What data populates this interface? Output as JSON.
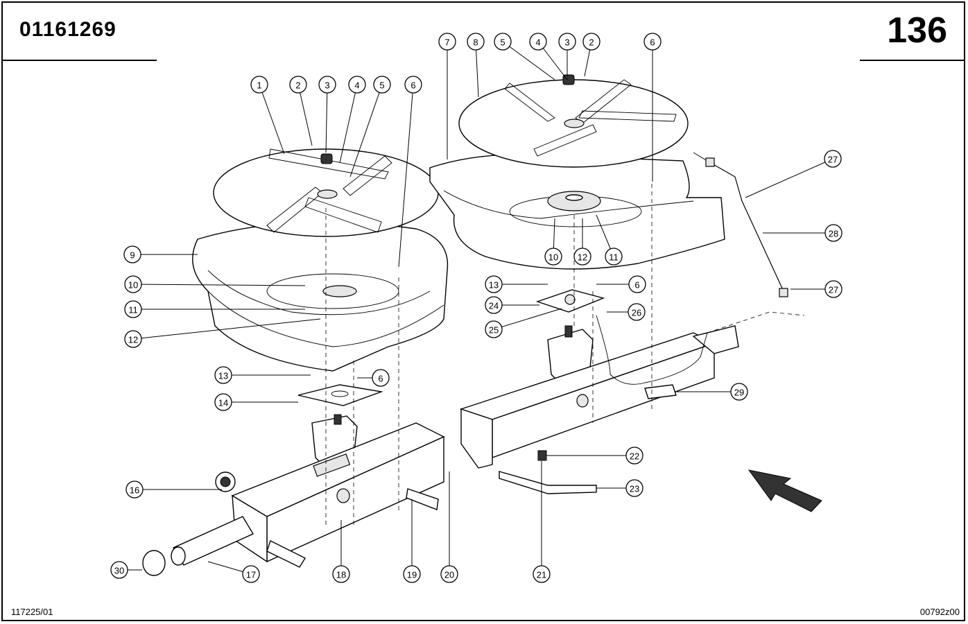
{
  "header": {
    "part_number": "01161269",
    "page_number": "136"
  },
  "footer": {
    "left_code": "117225/01",
    "right_code": "00792z00"
  },
  "callouts": [
    {
      "label": "1"
    },
    {
      "label": "2"
    },
    {
      "label": "3"
    },
    {
      "label": "4"
    },
    {
      "label": "5"
    },
    {
      "label": "6"
    },
    {
      "label": "7"
    },
    {
      "label": "8"
    },
    {
      "label": "5"
    },
    {
      "label": "4"
    },
    {
      "label": "3"
    },
    {
      "label": "2"
    },
    {
      "label": "6"
    },
    {
      "label": "9"
    },
    {
      "label": "10"
    },
    {
      "label": "11"
    },
    {
      "label": "12"
    },
    {
      "label": "10"
    },
    {
      "label": "12"
    },
    {
      "label": "11"
    },
    {
      "label": "13"
    },
    {
      "label": "6"
    },
    {
      "label": "24"
    },
    {
      "label": "26"
    },
    {
      "label": "25"
    },
    {
      "label": "27"
    },
    {
      "label": "28"
    },
    {
      "label": "27"
    },
    {
      "label": "13"
    },
    {
      "label": "6"
    },
    {
      "label": "14"
    },
    {
      "label": "29"
    },
    {
      "label": "22"
    },
    {
      "label": "16"
    },
    {
      "label": "23"
    },
    {
      "label": "30"
    },
    {
      "label": "17"
    },
    {
      "label": "18"
    },
    {
      "label": "19"
    },
    {
      "label": "20"
    },
    {
      "label": "21"
    }
  ]
}
